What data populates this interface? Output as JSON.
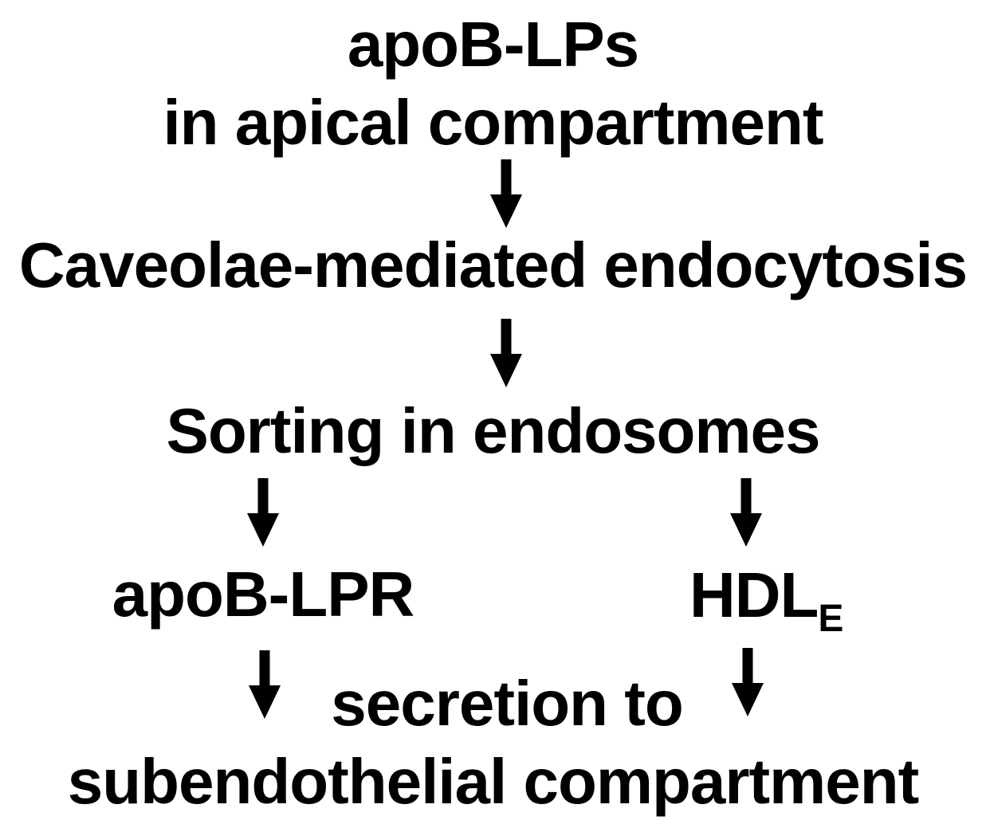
{
  "diagram": {
    "background_color": "#ffffff",
    "text_color": "#000000",
    "nodes": {
      "top": {
        "line1": "apoB-LPs",
        "line2": "in apical compartment"
      },
      "endocytosis": "Caveolae-mediated endocytosis",
      "sorting": "Sorting in endosomes",
      "left_branch": "apoB-LPR",
      "right_branch": {
        "base": "HDL",
        "subscript": "E"
      },
      "secretion": "secretion to",
      "bottom": "subendothelial compartment"
    },
    "edges": [
      {
        "from": "apoB-LPs in apical compartment",
        "to": "Caveolae-mediated endocytosis"
      },
      {
        "from": "Caveolae-mediated endocytosis",
        "to": "Sorting in endosomes"
      },
      {
        "from": "Sorting in endosomes",
        "to": "apoB-LPR"
      },
      {
        "from": "Sorting in endosomes",
        "to": "HDLE"
      },
      {
        "from": "apoB-LPR",
        "to": "secretion to subendothelial compartment"
      },
      {
        "from": "HDLE",
        "to": "secretion to subendothelial compartment"
      }
    ]
  }
}
